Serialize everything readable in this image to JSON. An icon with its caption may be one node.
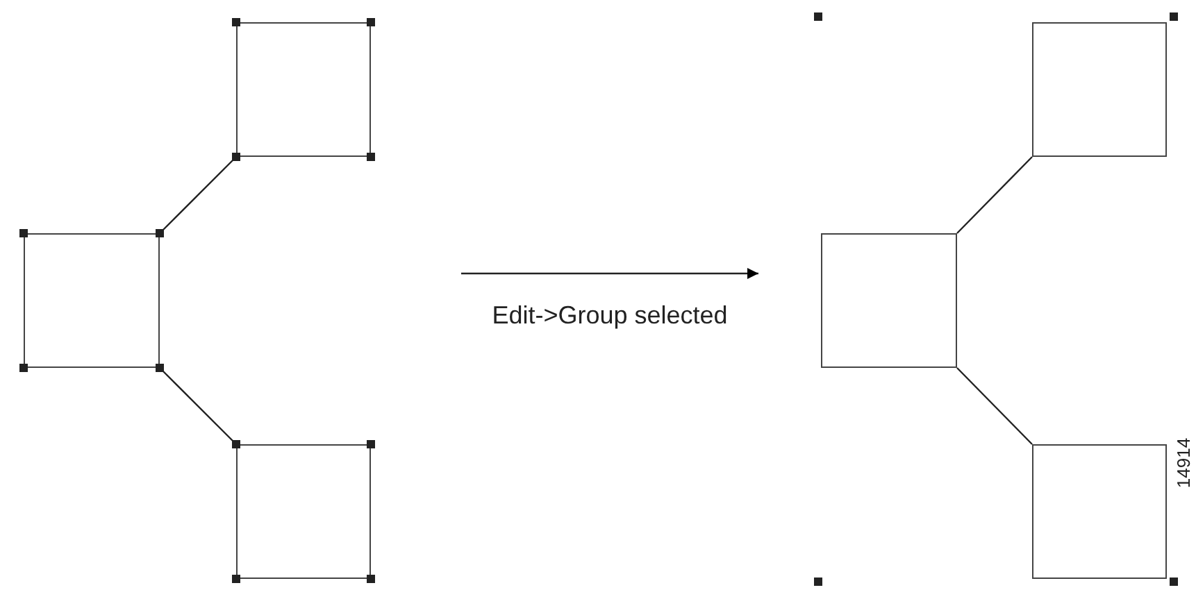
{
  "diagram": {
    "nodes": [
      {
        "text": [],
        "shape": "box"
      },
      {
        "text": [],
        "shape": "box"
      },
      {
        "text": [],
        "shape": "box"
      },
      {
        "text": [],
        "shape": "box"
      },
      {
        "text": [],
        "shape": "box"
      },
      {
        "text": [],
        "shape": "box"
      }
    ],
    "edges": [
      {
        "from": 1,
        "to": 0,
        "arrow": "none"
      },
      {
        "from": 1,
        "to": 2,
        "arrow": "none"
      },
      {
        "from": 4,
        "to": 3,
        "arrow": "none"
      },
      {
        "from": 4,
        "to": 5,
        "arrow": "none"
      }
    ],
    "labels": [
      "Edit->Group selected",
      "14914"
    ]
  }
}
